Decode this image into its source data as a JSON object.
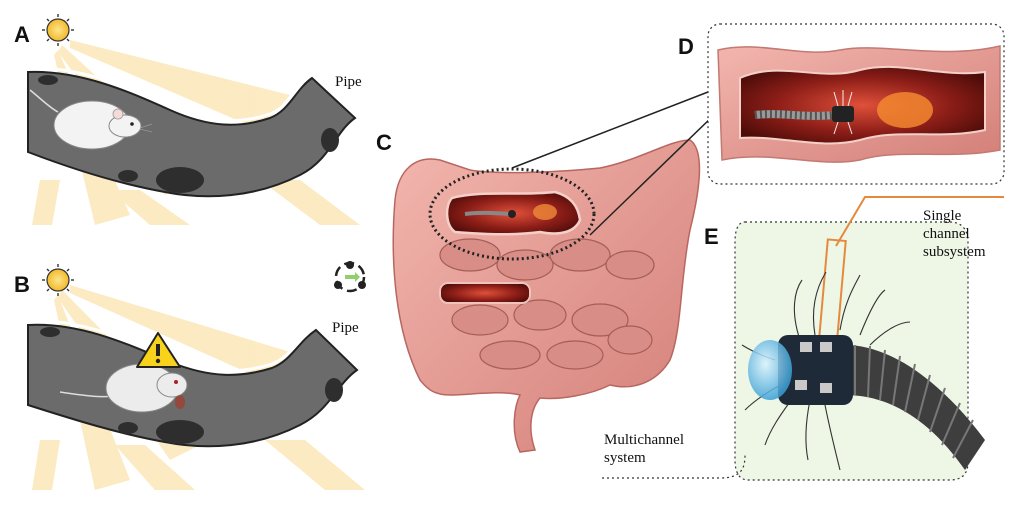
{
  "panels": {
    "a": {
      "letter": "A",
      "pipe_label": "Pipe"
    },
    "b": {
      "letter": "B",
      "pipe_label": "Pipe"
    },
    "c": {
      "letter": "C"
    },
    "d": {
      "letter": "D"
    },
    "e": {
      "letter": "E"
    }
  },
  "annotations": {
    "single_channel": [
      "Single",
      "channel",
      "subsystem"
    ],
    "multichannel": [
      "Multichannel",
      "system"
    ]
  },
  "colors": {
    "light_ray": "#fbe7b8",
    "sun": "#f6c445",
    "pipe": "#6b6b6b",
    "warning": "#f8d21b",
    "tissue": "#e9a19a",
    "leader_orange": "#e38a3c",
    "dotted_panel_bg": "#eef6e6"
  }
}
